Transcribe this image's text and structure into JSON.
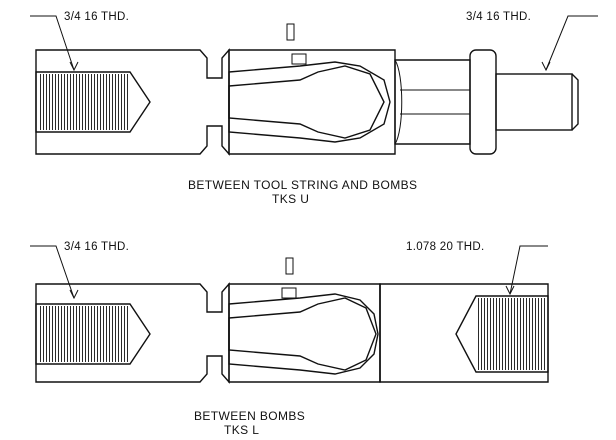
{
  "assembly_top": {
    "left_thread": "3/4 16 THD.",
    "right_thread": "3/4 16 THD.",
    "caption_line1": "BETWEEN TOOL STRING AND BOMBS",
    "caption_line2": "TKS U"
  },
  "assembly_bottom": {
    "left_thread": "3/4 16 THD.",
    "right_thread": "1.078 20 THD.",
    "caption_line1": "BETWEEN BOMBS",
    "caption_line2": "TKS L"
  }
}
